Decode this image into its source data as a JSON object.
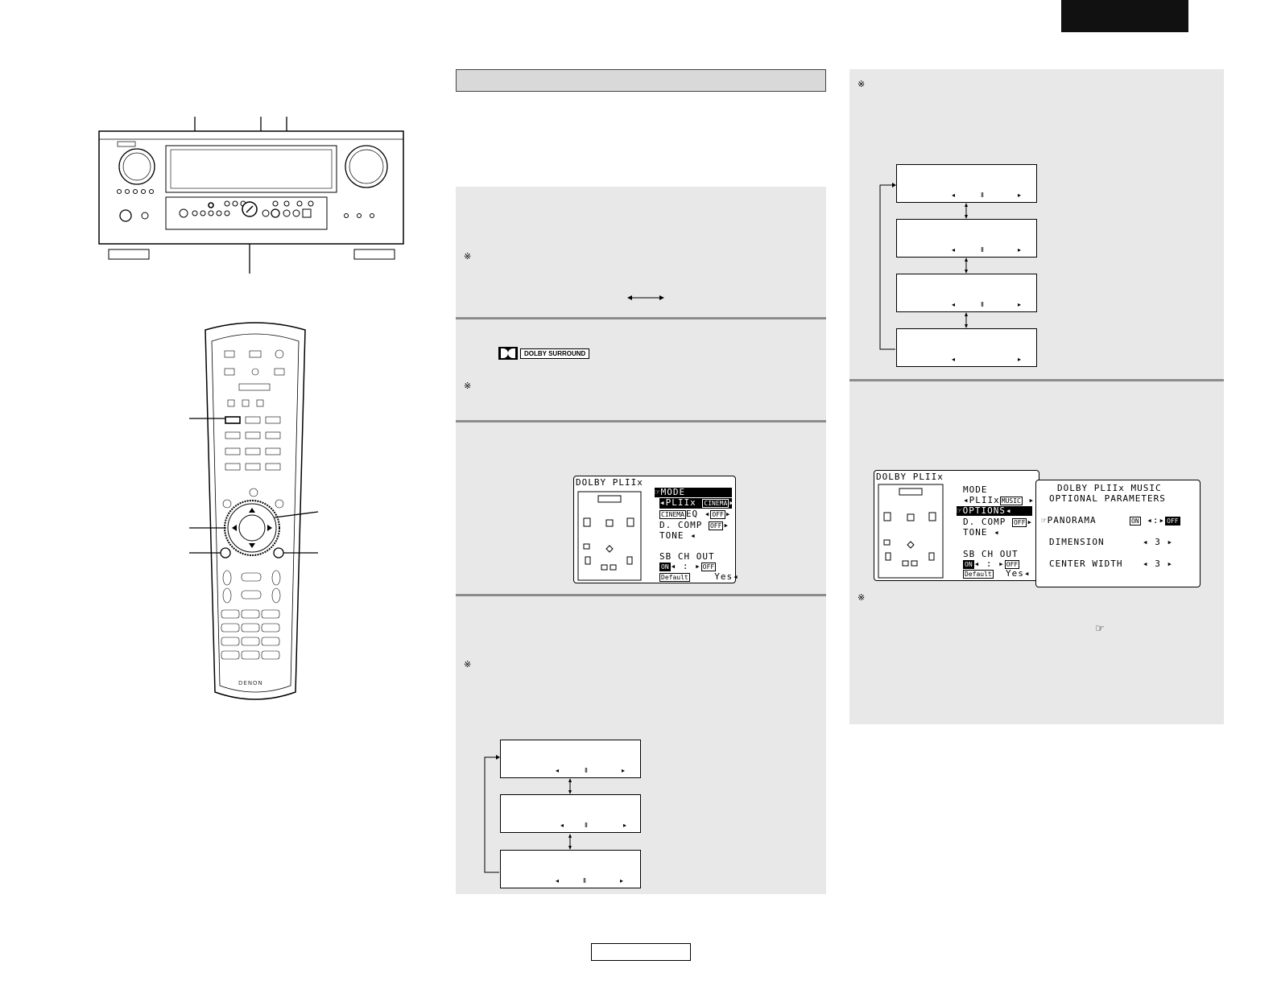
{
  "note_symbol": "※",
  "logo": {
    "text": "DOLBY SURROUND"
  },
  "osd_screen_1": {
    "title": "DOLBY PLIIx",
    "pointer": "☞",
    "mode_label": "MODE",
    "mode_value": "PLIIx",
    "mode_option": "CINEMA",
    "cinema_eq_tag": "CINEMA",
    "eq_label": "EQ",
    "eq_value": "OFF",
    "dcomp_label": "D. COMP",
    "dcomp_value": "OFF",
    "tone_label": "TONE",
    "sb_label": "SB CH OUT",
    "sb_on": "ON",
    "sb_off": "OFF",
    "default_label": "Default",
    "yes_label": "Yes"
  },
  "osd_screen_2": {
    "title": "DOLBY PLIIx",
    "pointer": "☞",
    "mode_label": "MODE",
    "mode_value": "PLIIx",
    "mode_option": "MUSIC",
    "options_label": "OPTIONS",
    "dcomp_label": "D. COMP",
    "dcomp_value": "OFF",
    "tone_label": "TONE",
    "sb_label": "SB CH OUT",
    "sb_on": "ON",
    "sb_off": "OFF",
    "default_label": "Default",
    "yes_label": "Yes"
  },
  "osd_popup": {
    "title_line1": "DOLBY PLIIx MUSIC",
    "title_line2": "OPTIONAL PARAMETERS",
    "pointer": "☞",
    "panorama_label": "PANORAMA",
    "panorama_on": "ON",
    "panorama_colon": ":",
    "panorama_off": "OFF",
    "dimension_label": "DIMENSION",
    "dimension_value": "3",
    "center_width_label": "CENTER WIDTH",
    "center_width_value": "3"
  },
  "flow_glyphs": {
    "left": "◂",
    "mid": "Ⅱ",
    "right": "▸"
  },
  "remote": {
    "brand": "DENON"
  },
  "reference_icon": "☞"
}
